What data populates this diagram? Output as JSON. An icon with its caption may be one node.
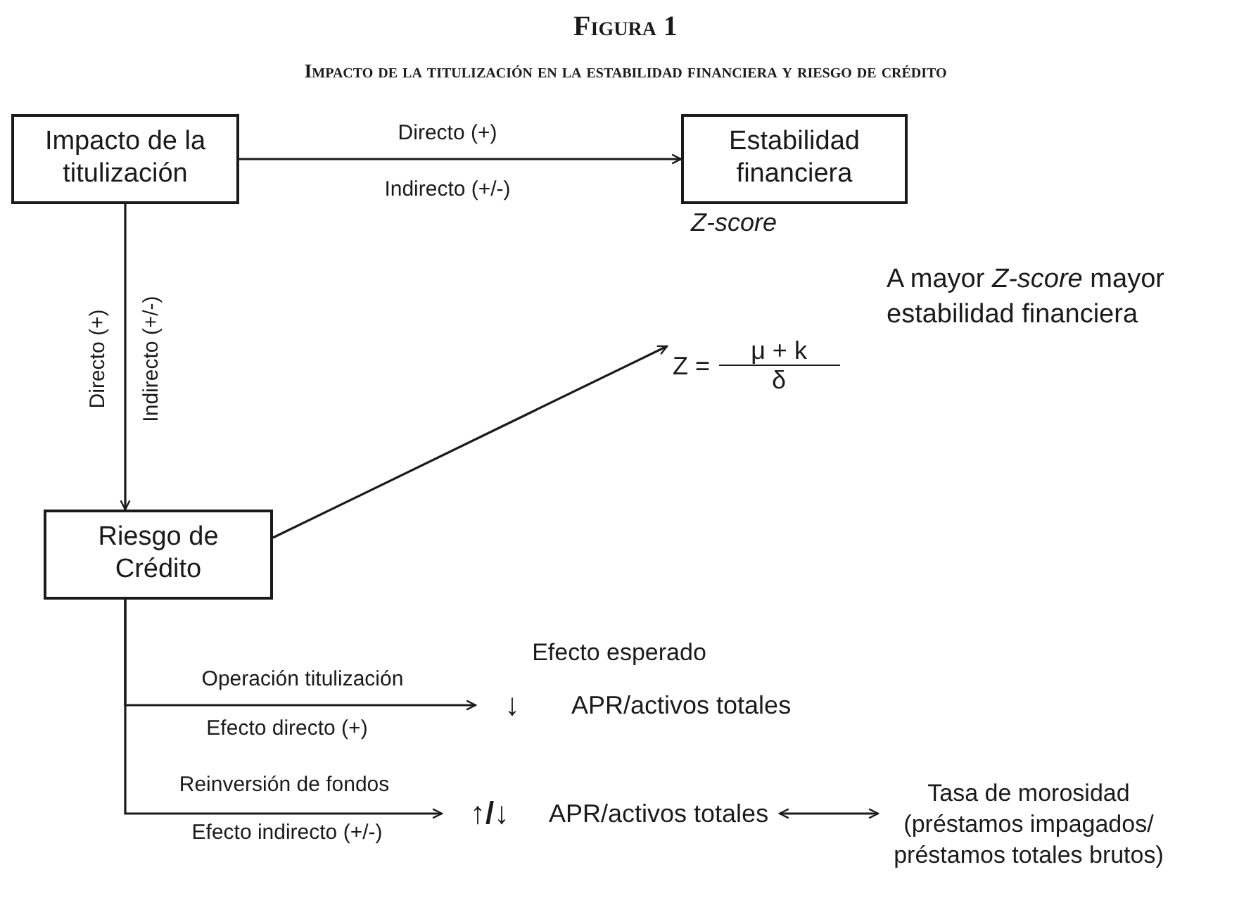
{
  "diagram": {
    "title": "Figura 1",
    "caption": "Impacto de la titulización en la estabilidad financiera y riesgo de crédito",
    "nodes": [
      {
        "text": [
          "Impacto de la titulización"
        ]
      },
      {
        "text": [
          "Estabilidad financiera"
        ],
        "beside": [
          "Z-score"
        ]
      },
      {
        "text": [
          "Z =",
          "μ + k",
          "δ"
        ]
      },
      {
        "text": [
          "Riesgo de Crédito"
        ]
      },
      {
        "text": [
          "↓",
          "APR/activos totales"
        ]
      },
      {
        "text": [
          "↑/↓",
          "APR/activos totales"
        ]
      },
      {
        "text": [
          "Tasa de morosidad (préstamos impagados/ préstamos totales brutos)"
        ]
      }
    ],
    "edges": [
      {
        "from": 0,
        "to": 1,
        "arrow": "to",
        "label": "Directo (+)"
      },
      {
        "from": 0,
        "to": 3,
        "arrow": "to",
        "label": "Directo (+)"
      },
      {
        "from": 3,
        "to": 2,
        "arrow": "to"
      },
      {
        "from": 3,
        "to": 4,
        "arrow": "to",
        "label": "Operación titulización"
      },
      {
        "from": 3,
        "to": 5,
        "arrow": "to",
        "label": "Reinversión de fondos"
      },
      {
        "from": 5,
        "to": 6,
        "arrow": "both"
      }
    ],
    "labels": [
      "Indirecto (+/-)",
      "Indirecto (+/-)",
      "A mayor *Z-score* mayor estabilidad financiera",
      "Efecto esperado",
      "Efecto directo (+)",
      "Efecto indirecto (+/-)"
    ]
  }
}
